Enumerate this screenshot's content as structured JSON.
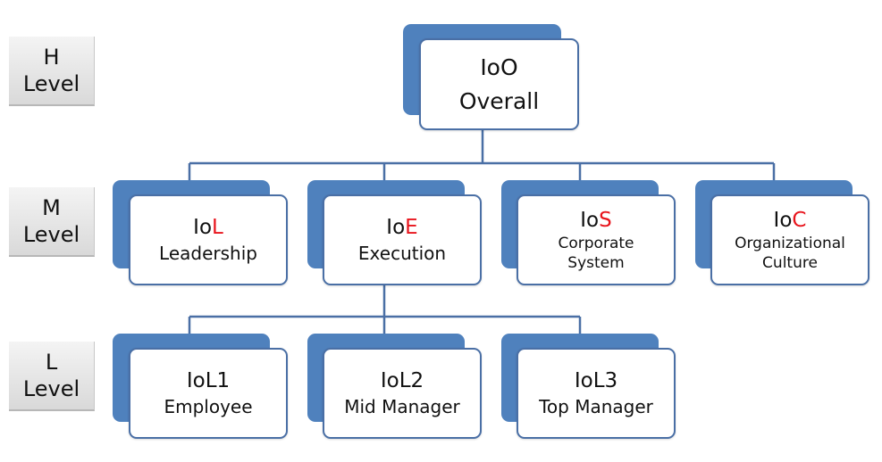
{
  "levels": {
    "h": {
      "line1": "H",
      "line2": "Level"
    },
    "m": {
      "line1": "M",
      "line2": "Level"
    },
    "l": {
      "line1": "L",
      "line2": "Level"
    }
  },
  "top": {
    "code": "IoO",
    "label": "Overall"
  },
  "middle": [
    {
      "prefix": "Io",
      "letter": "L",
      "label": "Leadership"
    },
    {
      "prefix": "Io",
      "letter": "E",
      "label": "Execution"
    },
    {
      "prefix": "Io",
      "letter": "S",
      "label1": "Corporate",
      "label2": "System"
    },
    {
      "prefix": "Io",
      "letter": "C",
      "label1": "Organizational",
      "label2": "Culture"
    }
  ],
  "lower": [
    {
      "code": "IoL1",
      "label": "Employee"
    },
    {
      "code": "IoL2",
      "label": "Mid Manager"
    },
    {
      "code": "IoL3",
      "label": "Top Manager"
    }
  ],
  "colors": {
    "accent": "#4f81bd",
    "border": "#4a6fa5",
    "highlight": "#e8141c"
  }
}
